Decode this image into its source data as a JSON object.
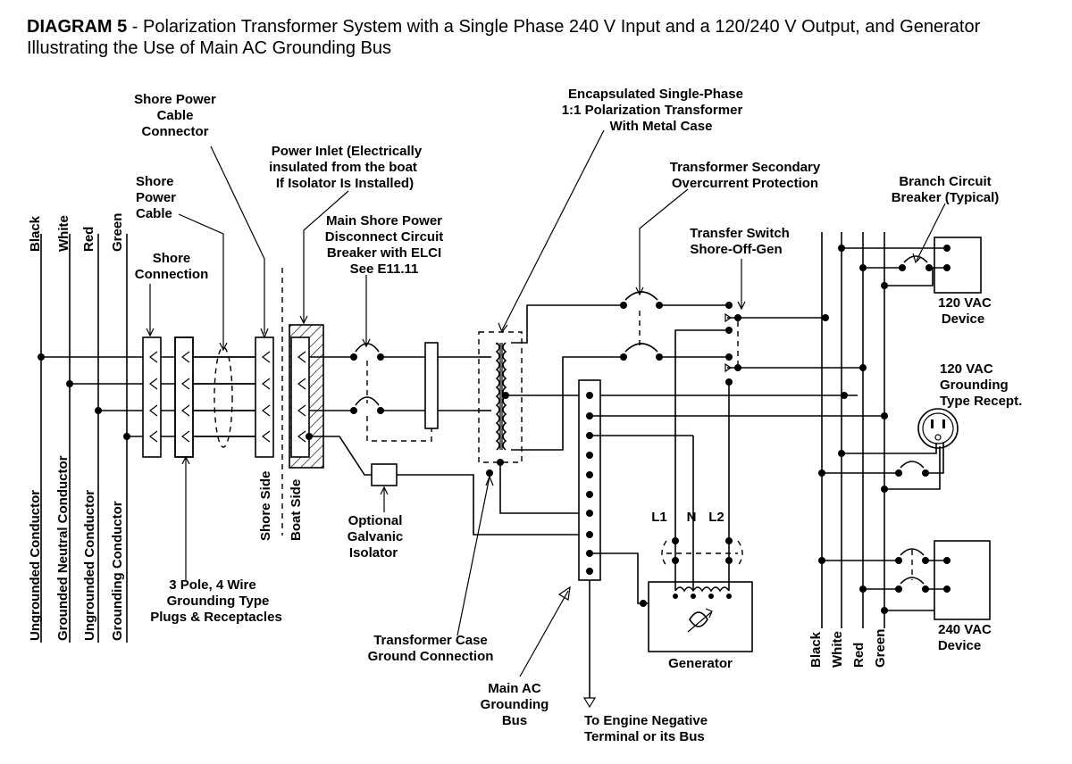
{
  "title": {
    "lead": "DIAGRAM 5",
    "rest": " - Polarization Transformer System with a Single Phase 240 V Input and a 120/240 V Output, and Generator Illustrating the Use of Main AC Grounding Bus"
  },
  "left_conductors": [
    "Black",
    "White",
    "Red",
    "Green"
  ],
  "left_conductor_names": [
    "Ungrounded Conductor",
    "Grounded Neutral Conductor",
    "Ungrounded Conductor",
    "Grounding Conductor"
  ],
  "right_conductors": [
    "Black",
    "White",
    "Red",
    "Green"
  ],
  "labels": {
    "shore_power_cable_connector": [
      "Shore Power",
      "Cable",
      "Connector"
    ],
    "shore_power_cable": [
      "Shore",
      "Power",
      "Cable"
    ],
    "shore_connection": [
      "Shore",
      "Connection"
    ],
    "power_inlet": [
      "Power Inlet (Electrically",
      "insulated from the boat",
      "If Isolator Is Installed)"
    ],
    "main_breaker": [
      "Main Shore Power",
      "Disconnect Circuit",
      "Breaker with ELCI",
      "See E11.11"
    ],
    "transformer": [
      "Encapsulated Single-Phase",
      "1:1 Polarization Transformer",
      "With Metal Case"
    ],
    "secondary_overcurrent": [
      "Transformer Secondary",
      "Overcurrent Protection"
    ],
    "transfer_switch": [
      "Transfer Switch",
      "Shore-Off-Gen"
    ],
    "branch_breaker": [
      "Branch Circuit",
      "Breaker (Typical)"
    ],
    "device_120": [
      "120 VAC",
      "Device"
    ],
    "recept_120": [
      "120 VAC",
      "Grounding",
      "Type Recept."
    ],
    "device_240": [
      "240 VAC",
      "Device"
    ],
    "shore_side": "Shore Side",
    "boat_side": "Boat Side",
    "galvanic_isolator": [
      "Optional",
      "Galvanic",
      "Isolator"
    ],
    "plugs": [
      "3 Pole, 4 Wire",
      "Grounding Type",
      "Plugs & Receptacles"
    ],
    "case_ground": [
      "Transformer Case",
      "Ground Connection"
    ],
    "grounding_bus": [
      "Main AC",
      "Grounding",
      "Bus"
    ],
    "engine": [
      "To Engine Negative",
      "Terminal or its Bus"
    ],
    "generator": "Generator",
    "gen_terminals": [
      "L1",
      "N",
      "L2"
    ]
  }
}
